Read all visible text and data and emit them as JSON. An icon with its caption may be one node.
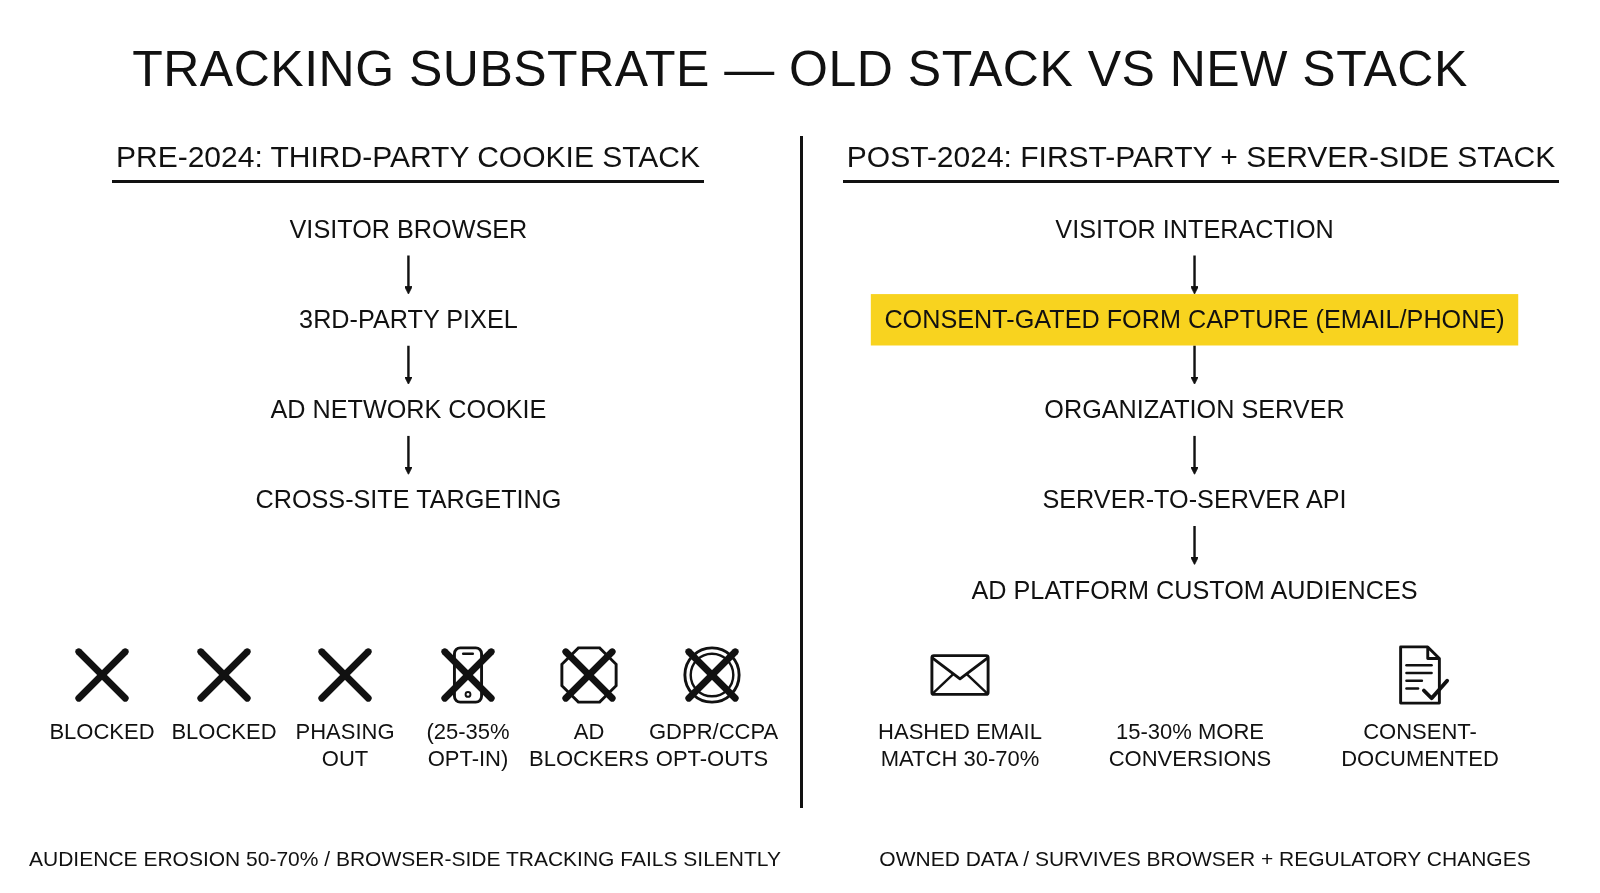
{
  "diagram": {
    "title": "TRACKING SUBSTRATE — OLD STACK VS NEW STACK",
    "nodes": [
      {
        "text": [
          "VISITOR BROWSER"
        ]
      },
      {
        "text": [
          "3RD-PARTY PIXEL"
        ]
      },
      {
        "text": [
          "AD NETWORK COOKIE"
        ]
      },
      {
        "text": [
          "CROSS-SITE TARGETING"
        ]
      },
      {
        "text": [
          "VISITOR INTERACTION"
        ]
      },
      {
        "text": [
          "CONSENT-GATED FORM CAPTURE (EMAIL/PHONE)"
        ]
      },
      {
        "text": [
          "ORGANIZATION SERVER"
        ]
      },
      {
        "text": [
          "SERVER-TO-SERVER API"
        ]
      },
      {
        "text": [
          "AD PLATFORM CUSTOM AUDIENCES"
        ]
      }
    ],
    "edges": [
      {
        "from": 0,
        "to": 1,
        "arrow": "to"
      },
      {
        "from": 1,
        "to": 2,
        "arrow": "to"
      },
      {
        "from": 2,
        "to": 3,
        "arrow": "to"
      },
      {
        "from": 4,
        "to": 5,
        "arrow": "to"
      },
      {
        "from": 5,
        "to": 6,
        "arrow": "to"
      },
      {
        "from": 6,
        "to": 7,
        "arrow": "to"
      },
      {
        "from": 7,
        "to": 8,
        "arrow": "to"
      }
    ],
    "labels": [
      "PRE-2024: THIRD-PARTY COOKIE STACK",
      "POST-2024: FIRST-PARTY + SERVER-SIDE STACK",
      "BLOCKED",
      "BLOCKED",
      "PHASING OUT",
      "(25-35% OPT-IN)",
      "AD BLOCKERS",
      "GDPR/CCPA OPT-OUTS",
      "HASHED EMAIL MATCH 30-70%",
      "15-30% MORE CONVERSIONS",
      "CONSENT-DOCUMENTED",
      "AUDIENCE EROSION 50-70% / BROWSER-SIDE TRACKING FAILS SILENTLY",
      "OWNED DATA / SURVIVES BROWSER + REGULATORY CHANGES"
    ]
  }
}
